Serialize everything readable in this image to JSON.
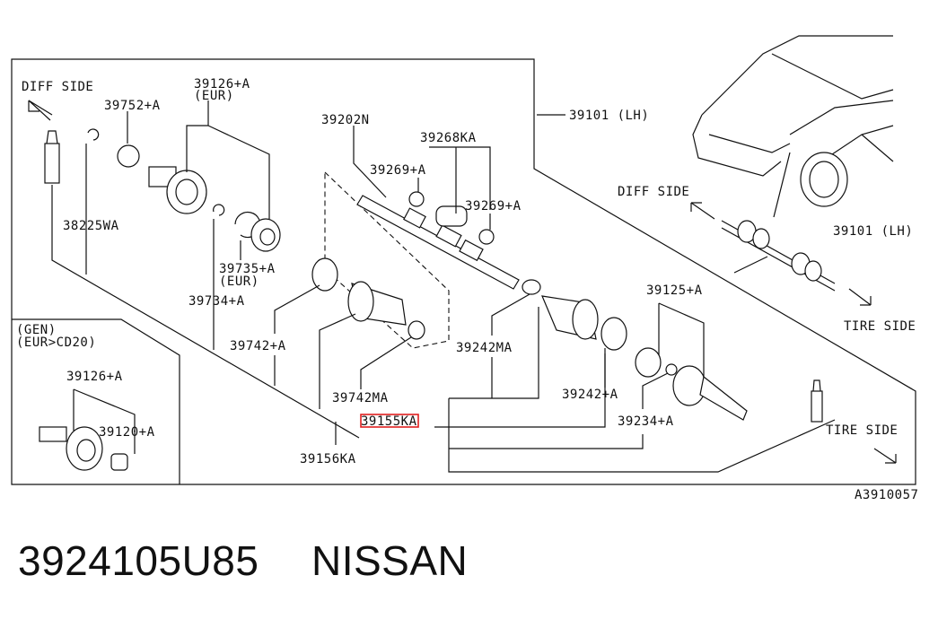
{
  "diagram": {
    "labels": {
      "diff_side_left": "DIFF SIDE",
      "diff_side_right": "DIFF SIDE",
      "tire_side_top": "TIRE SIDE",
      "tire_side_bottom": "TIRE SIDE",
      "p39126a": "39126+A",
      "eur1": "(EUR)",
      "p39752a": "39752+A",
      "p38225wa": "38225WA",
      "p39735a": "39735+A",
      "eur2": "(EUR)",
      "p39734a": "39734+A",
      "p39742a": "39742+A",
      "p39202n": "39202N",
      "p39268ka": "39268KA",
      "p39269a_1": "39269+A",
      "p39269a_2": "39269+A",
      "p39101lh_1": "39101 (LH)",
      "p39101lh_2": "39101 (LH)",
      "p39125a": "39125+A",
      "p39242ma": "39242MA",
      "p39242a": "39242+A",
      "p39742ma": "39742MA",
      "p39155ka": "39155KA",
      "p39234a": "39234+A",
      "p39156ka": "39156KA",
      "gen": "(GEN)",
      "eur_cd20": "(EUR>CD20)",
      "p39126a_2": "39126+A",
      "p39120a": "39120+A",
      "ref_code": "A3910057"
    },
    "highlighted_part": "39155KA"
  },
  "caption": {
    "part_number": "3924105U85",
    "brand": "NISSAN"
  }
}
